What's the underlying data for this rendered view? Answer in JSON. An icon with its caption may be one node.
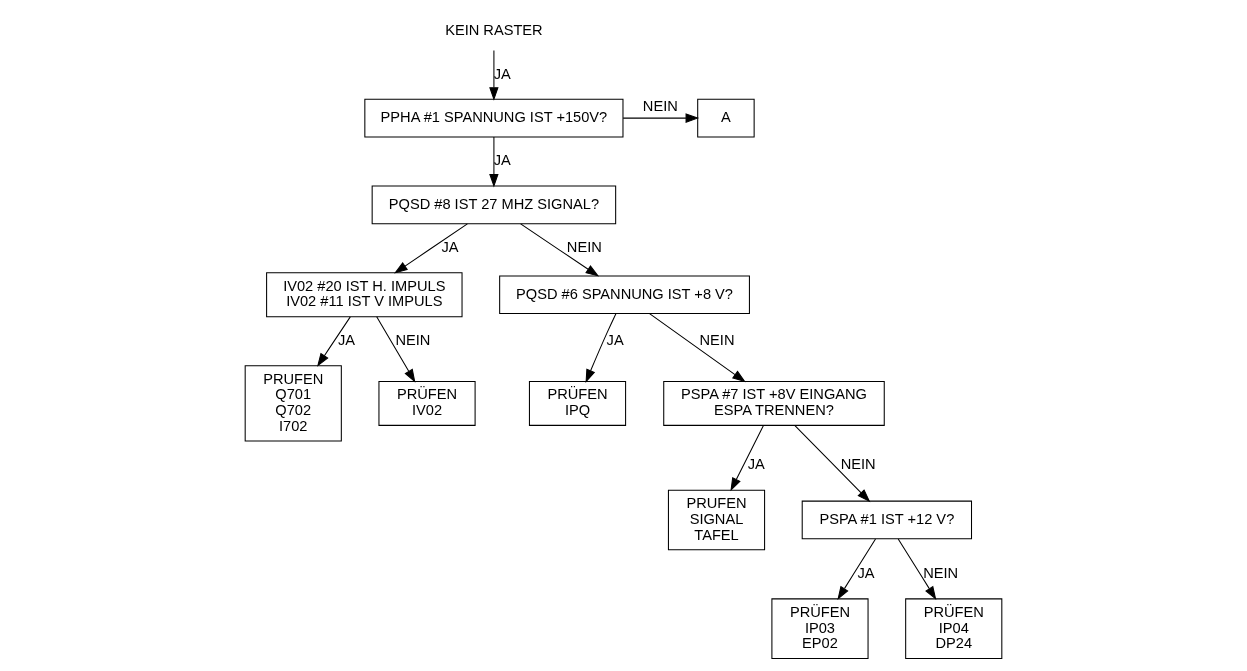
{
  "diagram": {
    "nodes": [
      {
        "text": [
          "KEIN RASTER"
        ]
      },
      {
        "text": [
          "PPHA #1 SPANNUNG IST +150V?"
        ]
      },
      {
        "text": [
          "A"
        ]
      },
      {
        "text": [
          "PQSD #8 IST 27 MHZ SIGNAL?"
        ]
      },
      {
        "text": [
          "IV02 #20 IST H. IMPULS IV02 #11 IST V IMPULS"
        ]
      },
      {
        "text": [
          "PRUFEN Q701 Q702 I702"
        ]
      },
      {
        "text": [
          "PRÜFEN IV02"
        ]
      },
      {
        "text": [
          "PQSD #6 SPANNUNG IST +8 V?"
        ]
      },
      {
        "text": [
          "PRÜFEN IPQ"
        ]
      },
      {
        "text": [
          "PSPA #7 IST +8V EINGANG ESPA TRENNEN?"
        ]
      },
      {
        "text": [
          "PRUFEN SIGNAL TAFEL"
        ]
      },
      {
        "text": [
          "PSPA #1 IST +12 V?"
        ]
      },
      {
        "text": [
          "PRÜFEN IP03 EP02"
        ]
      },
      {
        "text": [
          "PRÜFEN IP04 DP24"
        ]
      }
    ],
    "edges": [
      {
        "from": 0,
        "to": 1,
        "arrow": "to",
        "label": "JA"
      },
      {
        "from": 1,
        "to": 2,
        "arrow": "to",
        "label": "NEIN"
      },
      {
        "from": 1,
        "to": 3,
        "arrow": "to",
        "label": "JA"
      },
      {
        "from": 3,
        "to": 4,
        "arrow": "to",
        "label": "JA"
      },
      {
        "from": 3,
        "to": 7,
        "arrow": "to",
        "label": "NEIN"
      },
      {
        "from": 4,
        "to": 5,
        "arrow": "to",
        "label": "JA"
      },
      {
        "from": 4,
        "to": 6,
        "arrow": "to",
        "label": "NEIN"
      },
      {
        "from": 7,
        "to": 9,
        "arrow": "to",
        "label": "NEIN"
      },
      {
        "from": 7,
        "to": 8,
        "arrow": "to",
        "label": "JA"
      },
      {
        "from": 9,
        "to": 11,
        "arrow": "to",
        "label": "NEIN"
      },
      {
        "from": 9,
        "to": 10,
        "arrow": "to",
        "label": "JA"
      },
      {
        "from": 11,
        "to": 12,
        "arrow": "to",
        "label": "JA"
      },
      {
        "from": 11,
        "to": 13,
        "arrow": "to",
        "label": "NEIN"
      }
    ]
  }
}
